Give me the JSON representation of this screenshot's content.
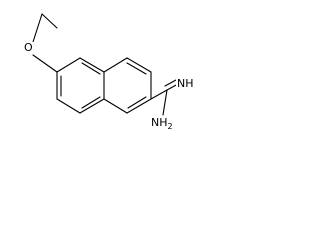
{
  "atoms": {
    "oxygen": "O",
    "imine": "NH",
    "amine_main": "NH",
    "amine_sub": "2"
  },
  "colors": {
    "bond": "#000000",
    "background": "#ffffff"
  }
}
